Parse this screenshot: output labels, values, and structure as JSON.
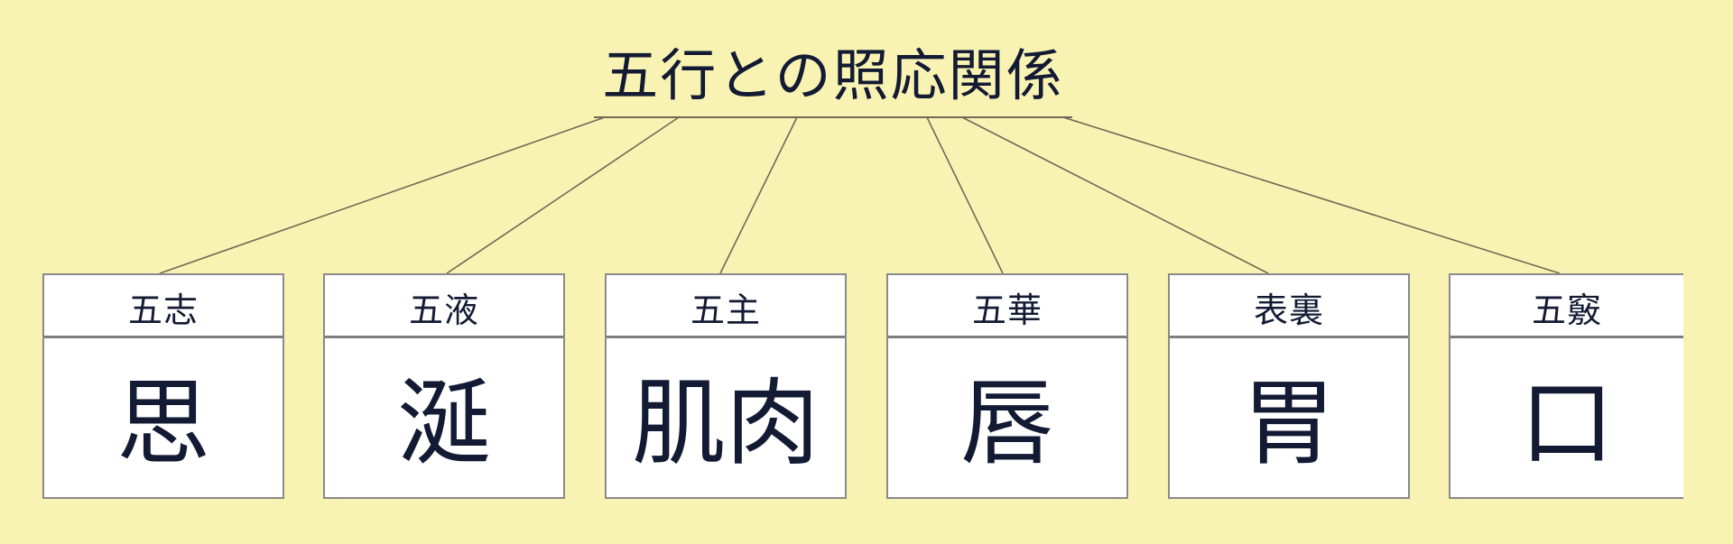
{
  "title": "五行との照応関係",
  "colors": {
    "background": "#f9f3b3",
    "box_fill": "#ffffff",
    "box_border": "#8a8a8a",
    "connector": "#6f6a55",
    "text": "#131a33"
  },
  "boxes": [
    {
      "category": "五志",
      "value": "思"
    },
    {
      "category": "五液",
      "value": "涎"
    },
    {
      "category": "五主",
      "value": "肌肉"
    },
    {
      "category": "五華",
      "value": "唇"
    },
    {
      "category": "表裏",
      "value": "胃"
    },
    {
      "category": "五竅",
      "value": "口"
    }
  ]
}
